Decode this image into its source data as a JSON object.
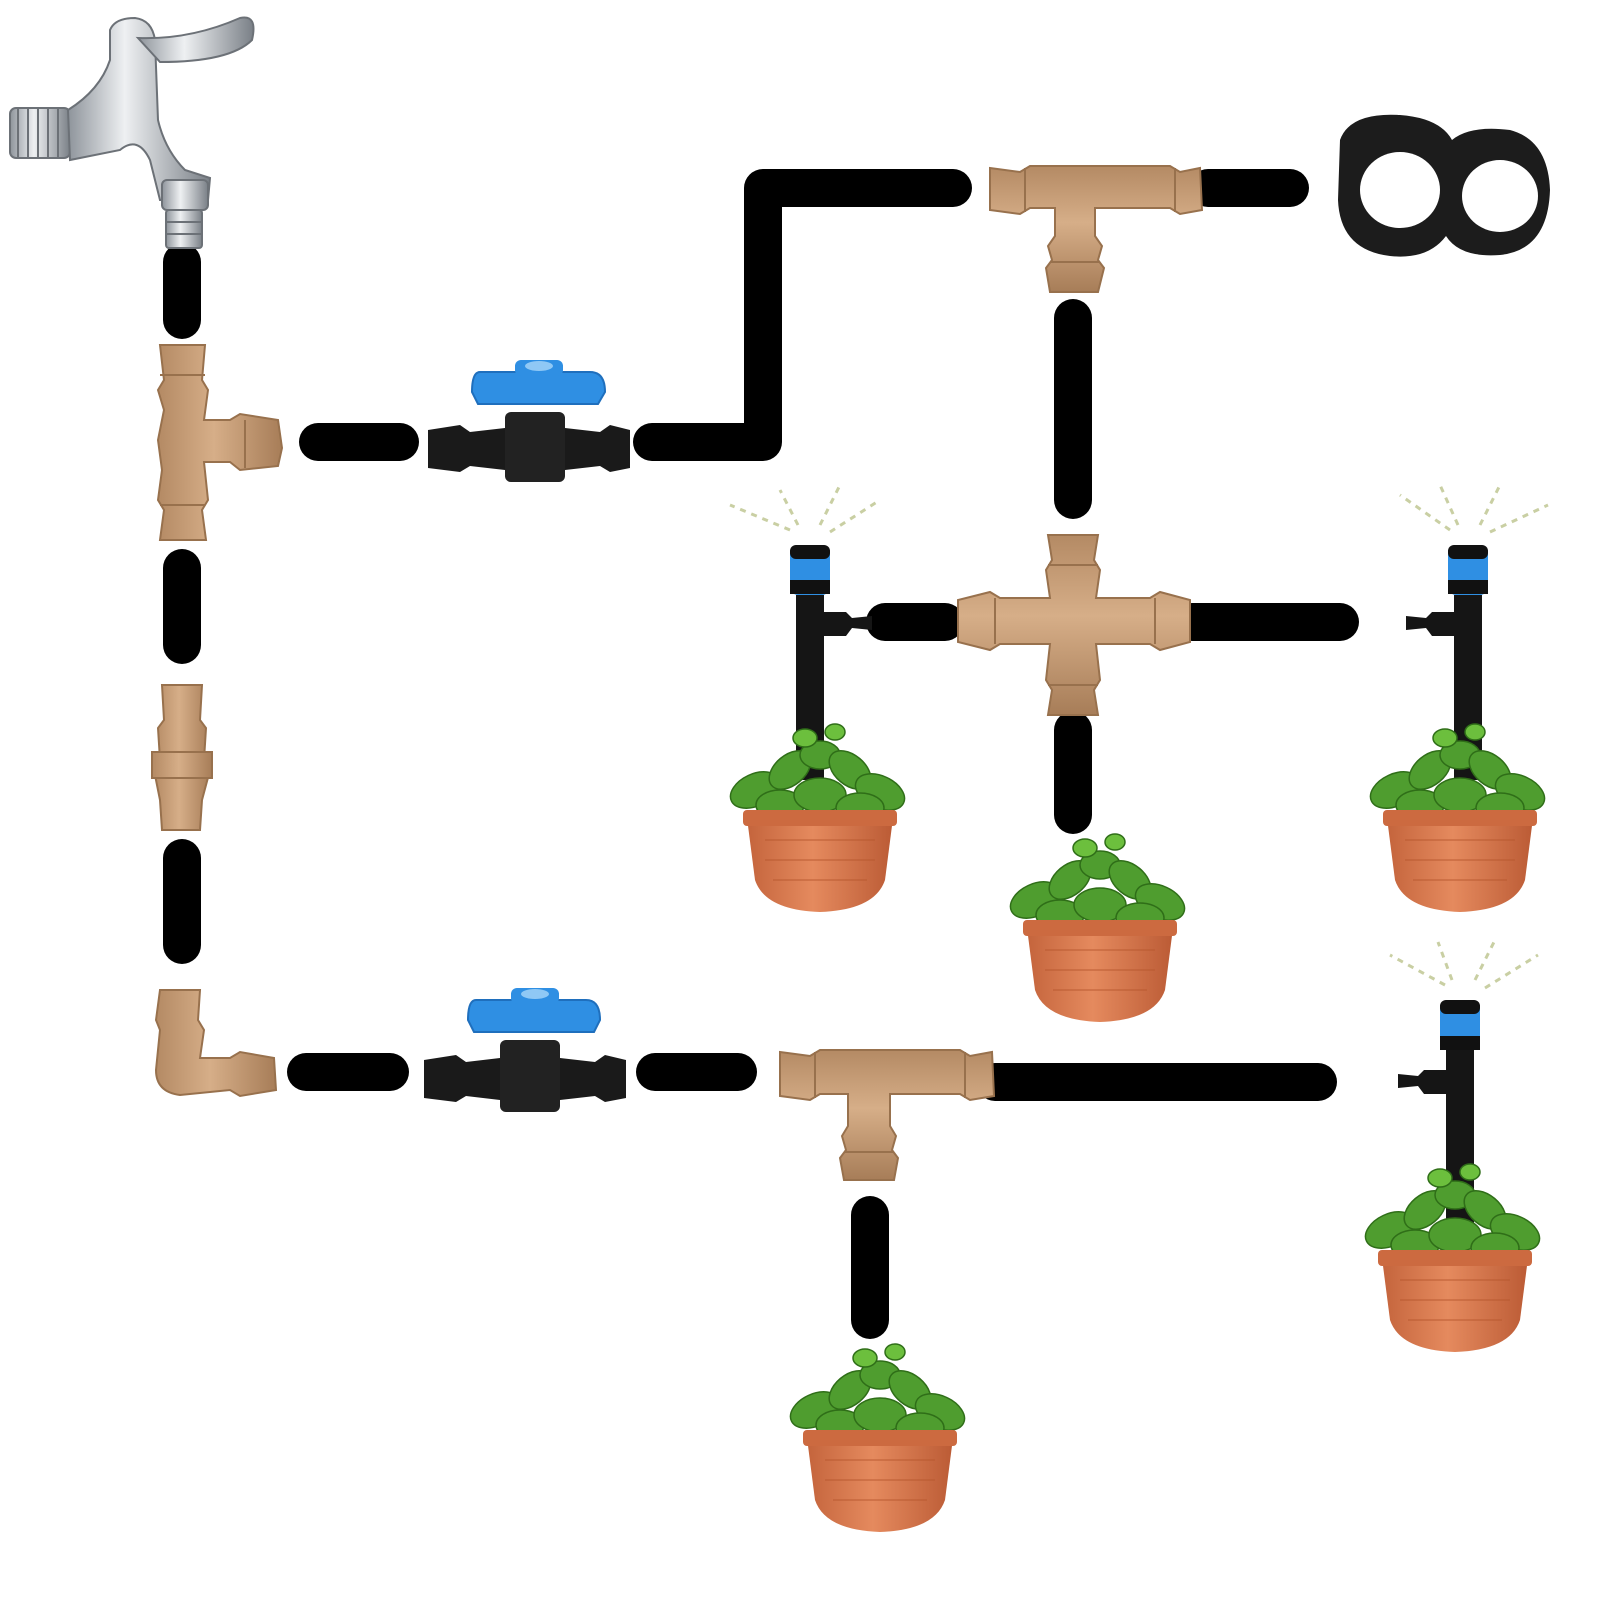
{
  "diagram": {
    "kind": "drip irrigation kit layout",
    "labels": [],
    "colors": {
      "background": "#ffffff",
      "tube": "#000000",
      "fitting": "#c9a07a",
      "fitting_dark": "#a77d58",
      "valve_handle": "#2f8fe3",
      "valve_body": "#1a1a1a",
      "faucet": "#bfc3c8",
      "pot": "#d8794f",
      "plant": "#4f9d2f",
      "spray": "#c9cfa3"
    },
    "components": [
      {
        "name": "faucet",
        "icon": "faucet-icon"
      },
      {
        "name": "tee-connector",
        "icon": "tee-connector-icon",
        "count": 3
      },
      {
        "name": "cross-connector",
        "icon": "cross-connector-icon",
        "count": 1
      },
      {
        "name": "elbow-connector",
        "icon": "elbow-connector-icon",
        "count": 1
      },
      {
        "name": "straight-connector",
        "icon": "straight-connector-icon",
        "count": 1
      },
      {
        "name": "shut-off-valve",
        "icon": "valve-icon",
        "count": 2
      },
      {
        "name": "end-closure",
        "icon": "figure-eight-end-cap-icon",
        "count": 1
      },
      {
        "name": "sprinkler-stake",
        "icon": "sprinkler-stake-icon",
        "count": 3
      },
      {
        "name": "potted-plant",
        "icon": "potted-plant-icon",
        "count": 5
      }
    ]
  }
}
